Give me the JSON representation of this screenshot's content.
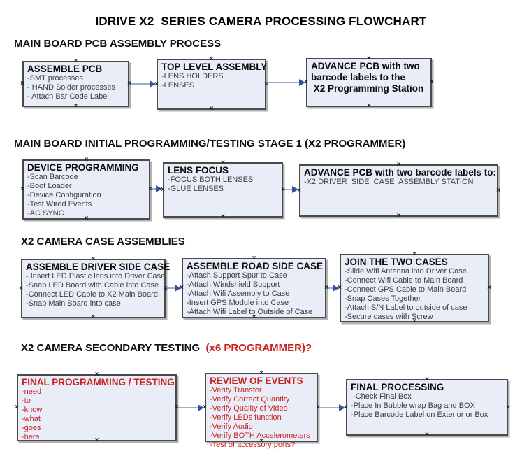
{
  "title": "IDRIVE X2  SERIES CAMERA PROCESSING FLOWCHART",
  "colors": {
    "box_fill": "#e8edf7",
    "box_border": "#4a4a4a",
    "shadow": "#b2b2b2",
    "red": "#cc2121",
    "connector_line": "#99aecd",
    "connector_arrow": "#31549c"
  },
  "icons": {
    "connection_anchor": "×"
  },
  "sections": [
    {
      "heading": "MAIN BOARD PCB ASSEMBLY PROCESS",
      "boxes": [
        {
          "title": "ASSEMBLE PCB",
          "items": [
            "-SMT processes",
            "- HAND Solder processes",
            "- Attach Bar Code Label"
          ]
        },
        {
          "title": "TOP LEVEL ASSEMBLY",
          "items": [
            "-LENS HOLDERS",
            "-LENSES"
          ]
        },
        {
          "bold_lines": [
            "ADVANCE PCB with two",
            "barcode labels to the",
            " X2 Programming Station"
          ]
        }
      ]
    },
    {
      "heading": "MAIN BOARD INITIAL PROGRAMMING/TESTING STAGE 1 (X2 PROGRAMMER)",
      "boxes": [
        {
          "title": "DEVICE PROGRAMMING",
          "items": [
            "-Scan Barcode",
            "-Boot Loader",
            "-Device Configuration",
            "-Test Wired Events",
            "-AC SYNC"
          ]
        },
        {
          "title": "LENS FOCUS",
          "items": [
            "-FOCUS BOTH LENSES",
            "-GLUE LENSES"
          ]
        },
        {
          "title": "ADVANCE PCB with two barcode labels to:",
          "items": [
            "-X2 DRIVER  SIDE  CASE  ASSEMBLY STATION"
          ]
        }
      ]
    },
    {
      "heading": "X2 CAMERA CASE ASSEMBLIES",
      "boxes": [
        {
          "title": "ASSEMBLE DRIVER SIDE CASE",
          "items": [
            "- Insert LED Plastic lens into Driver Case",
            "-Snap LED Board with Cable into Case",
            "-Connect LED Cable to X2 Main Board",
            "-Snap Main Board into case"
          ]
        },
        {
          "title": "ASSEMBLE ROAD SIDE CASE",
          "items": [
            "-Attach Support Spur to Case",
            "-Attach Windshield Support",
            "-Attach Wifi Assembly to Case",
            "-Insert GPS Module into Case",
            "-Attach Wifi Label to Outside of Case"
          ]
        },
        {
          "title": "JOIN THE TWO CASES",
          "items": [
            "-Slide Wifi Antenna into Driver Case",
            "-Connect Wifi Cable to Main Board",
            "-Connect GPS Cable to Main Board",
            "-Snap Cases Together",
            "-Attach S/N Label to outside of case",
            "-Secure cases with Screw"
          ]
        }
      ]
    },
    {
      "heading_black": "X2 CAMERA SECONDARY TESTING  ",
      "heading_red": "(x6 PROGRAMMER)?",
      "boxes": [
        {
          "title": "FINAL PROGRAMMING / TESTING",
          "items": [
            "-need",
            "-to",
            "-know",
            "-what",
            "-goes",
            "-here"
          ]
        },
        {
          "title": "REVIEW OF EVENTS",
          "items": [
            "-Verify Transfer",
            "-Verify Correct Quantity",
            "-Verify Quality of Video",
            "-Verify LEDs function",
            "-Verify Audio",
            "-Verify BOTH Accelerometers",
            "-Test of accessory ports?"
          ]
        },
        {
          "title": "FINAL PROCESSING",
          "items": [
            " -Check Final Box",
            "-Place In Bubble wrap Bag and BOX",
            "-Place Barcode Label on Exterior or Box"
          ]
        }
      ]
    }
  ]
}
